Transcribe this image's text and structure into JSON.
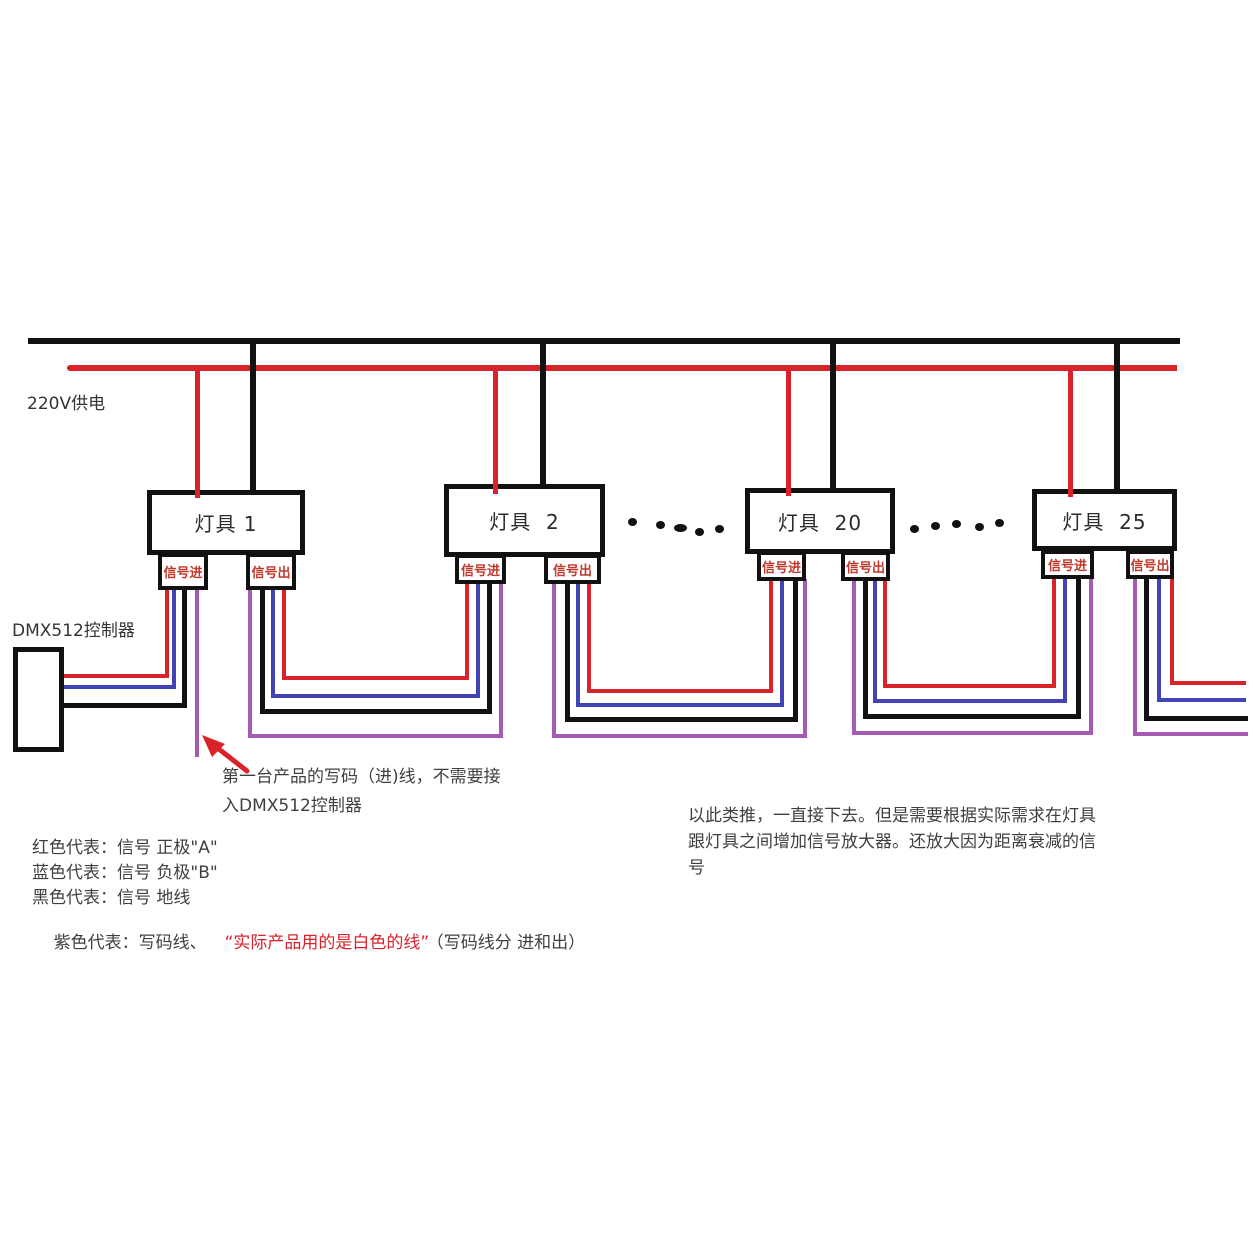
{
  "colors": {
    "red": "#d9232b",
    "blue": "#4243b4",
    "purple": "#a55ab4",
    "black": "#111111",
    "labelred": "#c0392b"
  },
  "power": {
    "label": "220V供电"
  },
  "controller": {
    "label": "DMX512控制器"
  },
  "lamps": [
    {
      "label": "灯具 1",
      "port_in": "信号进",
      "port_out": "信号出"
    },
    {
      "label": "灯具  2",
      "port_in": "信号进",
      "port_out": "信号出"
    },
    {
      "label": "灯具  20",
      "port_in": "信号进",
      "port_out": "信号出"
    },
    {
      "label": "灯具  25",
      "port_in": "信号进",
      "port_out": "信号出"
    }
  ],
  "note": {
    "line1": "第一台产品的写码（进)线，不需要接",
    "line2": "入DMX512控制器"
  },
  "legend": [
    {
      "text": "红色代表：信号 正极\"A\""
    },
    {
      "text": "蓝色代表：信号 负极\"B\""
    },
    {
      "text": "黑色代表：信号 地线"
    },
    {
      "prefix": "紫色代表：写码线、",
      "highlight": "“实际产品用的是白色的线”",
      "suffix": "（写码线分 进和出）"
    }
  ],
  "paragraph": {
    "lines": [
      "以此类推，一直接下去。但是需要根据实际需求在灯具",
      "跟灯具之间增加信号放大器。还放大因为距离衰减的信",
      "号"
    ]
  }
}
